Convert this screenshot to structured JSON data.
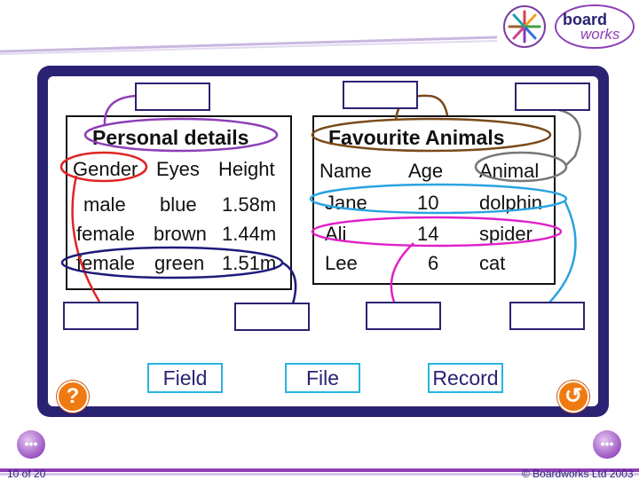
{
  "colors": {
    "frame": "#2a2273",
    "term_border": "#29b3e0",
    "orange": "#f07a12",
    "purple": "#8e3fb8",
    "red": "#e02424",
    "navy": "#1e1a7a",
    "brown": "#7a4a1a",
    "grey": "#777777",
    "blue": "#29a3e0",
    "magenta": "#e020c8"
  },
  "logo": {
    "line1": "board",
    "line2": "works"
  },
  "personal_table": {
    "title": "Personal details",
    "headers": [
      "Gender",
      "Eyes",
      "Height"
    ],
    "rows": [
      [
        "male",
        "blue",
        "1.58m"
      ],
      [
        "female",
        "brown",
        "1.44m"
      ],
      [
        "female",
        "green",
        "1.51m"
      ]
    ]
  },
  "animals_table": {
    "title": "Favourite Animals",
    "headers": [
      "Name",
      "Age",
      "Animal"
    ],
    "rows": [
      [
        "Jane",
        "10",
        "dolphin"
      ],
      [
        "Ali",
        "14",
        "spider"
      ],
      [
        "Lee",
        "6",
        "cat"
      ]
    ]
  },
  "terms": {
    "field": "Field",
    "file": "File",
    "record": "Record"
  },
  "buttons": {
    "help": "?",
    "reset": "↺",
    "prev": "•••",
    "next": "•••"
  },
  "icons": {
    "help": "question-icon",
    "reset": "undo-icon",
    "prev": "arrow-left-icon",
    "next": "arrow-right-icon"
  },
  "footer": {
    "page": "10 of 20",
    "copyright": "© Boardworks Ltd 2003"
  }
}
